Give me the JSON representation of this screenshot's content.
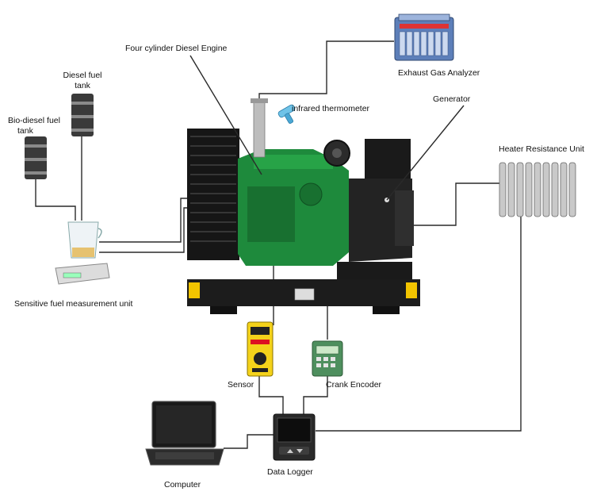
{
  "labels": {
    "four_cylinder_engine": "Four cylinder Diesel Engine",
    "exhaust_gas_analyzer": "Exhaust Gas Analyzer",
    "infrared_thermometer": "infrared thermometer",
    "generator": "Generator",
    "diesel_fuel_tank_line1": "Diesel fuel",
    "diesel_fuel_tank_line2": "tank",
    "biodiesel_fuel_tank_line1": "Bio-diesel fuel",
    "biodiesel_fuel_tank_line2": "tank",
    "heater_resistance_unit": "Heater Resistance Unit",
    "sensitive_fuel_measurement_unit": "Sensitive fuel measurement unit",
    "sensor": "Sensor",
    "crank_encoder": "Crank Encoder",
    "computer": "Computer",
    "data_logger": "Data Logger"
  },
  "colors": {
    "engine_green": "#1e8a3c",
    "sensor_yellow": "#f4d21a",
    "encoder_green": "#4e8f5e",
    "analyzer_blue": "#6a8fc8",
    "wire": "#2a2a2a"
  }
}
